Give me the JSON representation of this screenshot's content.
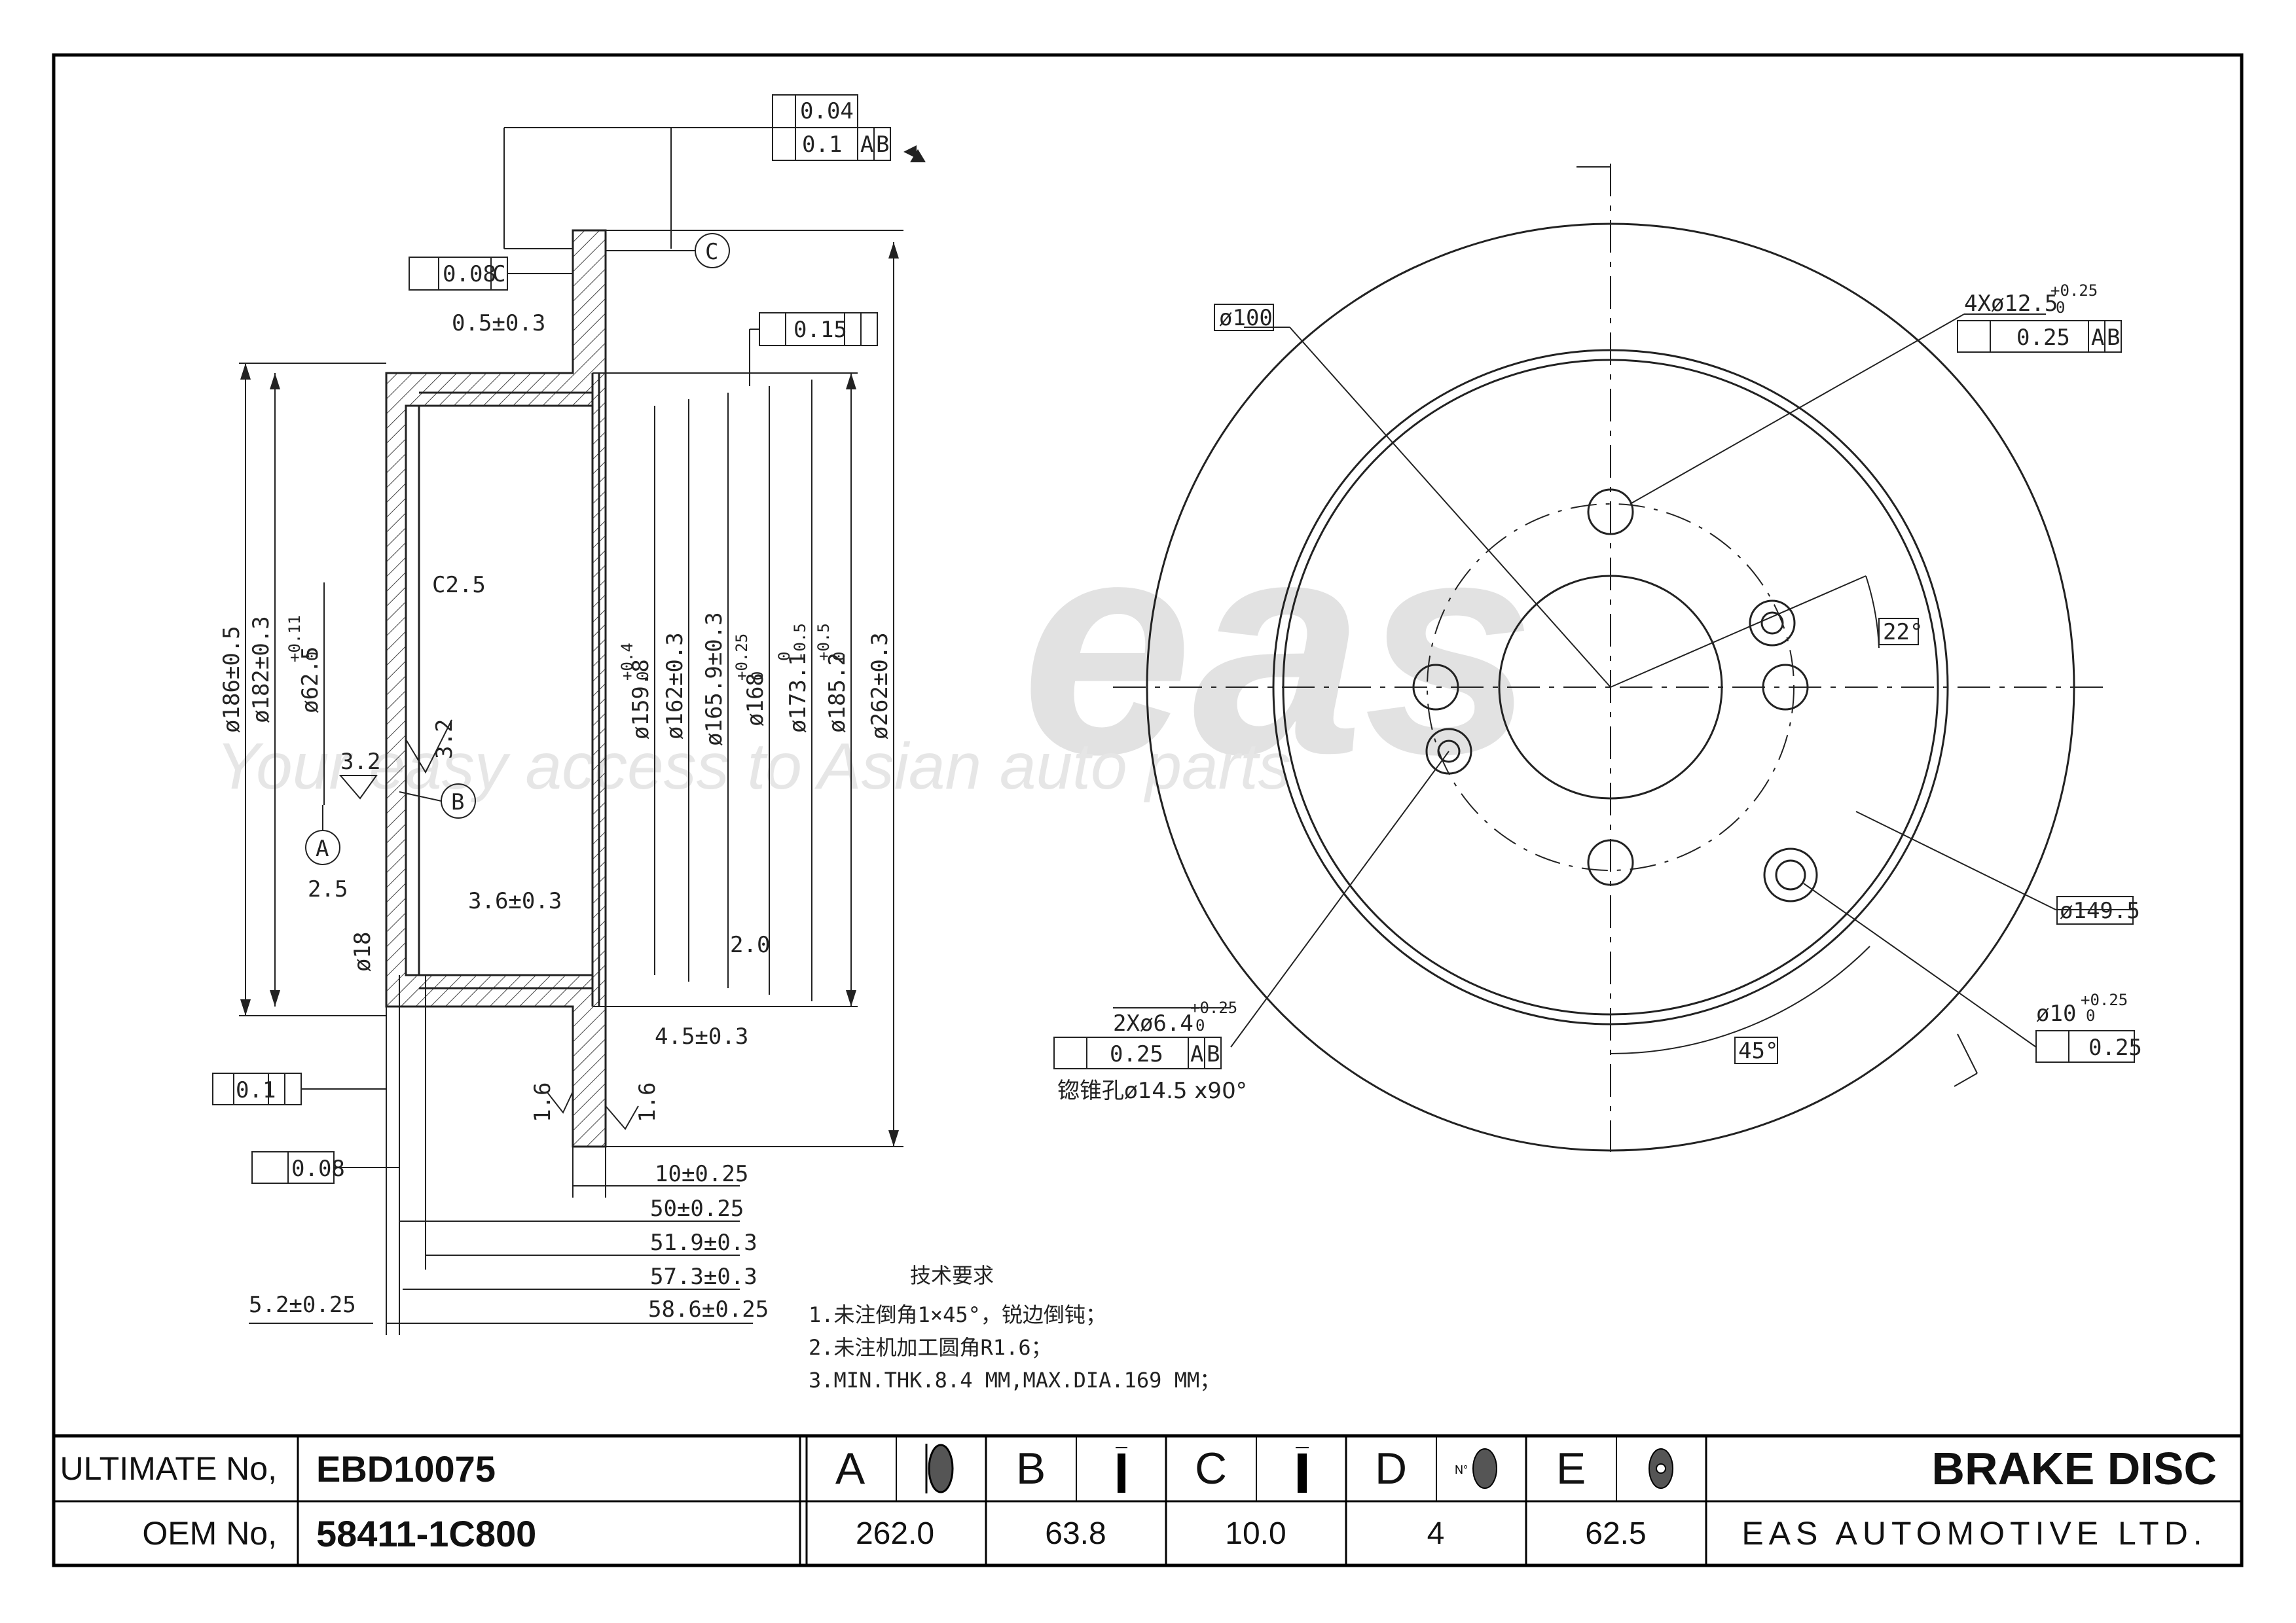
{
  "watermark": {
    "logo": "eas",
    "tagline": "Your easy access to Asian auto parts"
  },
  "section_view": {
    "flatness_top": "0.04",
    "runout_top": "0.1",
    "parallelism": "0.08",
    "runout_hat": "0.15",
    "runout_left": "0.1",
    "flatness_left": "0.08",
    "datum_c": "C",
    "datum_a": "A",
    "datum_b": "B",
    "datum_ref_ab_a": "A",
    "datum_ref_ab_b": "B",
    "datum_ref_c": "C",
    "dims_top": "0.5±0.3",
    "chamfer": "C2.5",
    "dim_2_5": "2.5",
    "dim_3_6": "3.6±0.3",
    "dim_2_0": "2.0",
    "dim_4_5": "4.5±0.3",
    "dim_18": "ø18",
    "rough_3_2_a": "3.2",
    "rough_3_2_b": "3.2",
    "rough_16_a": "1.6",
    "rough_16_b": "1.6",
    "dia_186": "ø186±0.5",
    "dia_182": "ø182±0.3",
    "dia_62_5": "ø62.5",
    "dia_62_5_tol": "+0.11",
    "dia_62_5_tol_low": "0",
    "dia_159_8": "ø159.8",
    "dia_159_8_tol": "+0.4",
    "dia_159_8_tol_low": "0",
    "dia_162": "ø162±0.3",
    "dia_165_9": "ø165.9±0.3",
    "dia_168": "ø168",
    "dia_168_tol": "+0.25",
    "dia_168_tol_low": "0",
    "dia_173_1": "ø173.1",
    "dia_173_1_tol": "0",
    "dia_173_1_tol_low": "-0.5",
    "dia_185_2": "ø185.2",
    "dia_185_2_tol": "+0.5",
    "dia_185_2_tol_low": "0",
    "dia_262": "ø262±0.3",
    "h_10": "10±0.25",
    "h_50": "50±0.25",
    "h_51_9": "51.9±0.3",
    "h_57_3": "57.3±0.3",
    "h_58_6": "58.6±0.25",
    "h_5_2": "5.2±0.25"
  },
  "front_view": {
    "pcd_100": "ø100",
    "holes_4x": "4Xø12.5",
    "holes_4x_tol": "+0.25",
    "holes_4x_tol_low": "0",
    "pos_tol_4x": "0.25",
    "angle_22": "22°",
    "dia_149_5": "ø149.5",
    "holes_2x": "2Xø6.4",
    "holes_2x_tol": "+0.25",
    "holes_2x_tol_low": "0",
    "pos_tol_2x": "0.25",
    "countersink": "锪锥孔ø14.5 x90°",
    "angle_45": "45°",
    "hole_10": "ø10",
    "hole_10_tol": "+0.25",
    "hole_10_tol_low": "0",
    "pos_tol_10": "0.25",
    "datum_ref_4x_a": "A",
    "datum_ref_4x_b": "B",
    "datum_ref_2x_a": "A",
    "datum_ref_2x_b": "B"
  },
  "notes": {
    "title": "技术要求",
    "items": [
      "1.未注倒角1×45°，锐边倒钝；",
      "2.未注机加工圆角R1.6；",
      "3.MIN.THK.8.4 MM,MAX.DIA.169 MM；"
    ]
  },
  "title_block": {
    "ultimate_label": "ULTIMATE No,",
    "ultimate_value": "EBD10075",
    "oem_label": "OEM No,",
    "oem_value": "58411-1C800",
    "specs": [
      {
        "letter": "A",
        "value": "262.0",
        "icon": "disc-diameter-icon"
      },
      {
        "letter": "B",
        "value": "63.8",
        "icon": "disc-height-icon"
      },
      {
        "letter": "C",
        "value": "10.0",
        "icon": "disc-thickness-icon"
      },
      {
        "letter": "D",
        "value": "4",
        "icon": "bolt-holes-icon"
      },
      {
        "letter": "E",
        "value": "62.5",
        "icon": "center-bore-icon"
      }
    ],
    "product": "BRAKE DISC",
    "company": "EAS AUTOMOTIVE LTD."
  }
}
